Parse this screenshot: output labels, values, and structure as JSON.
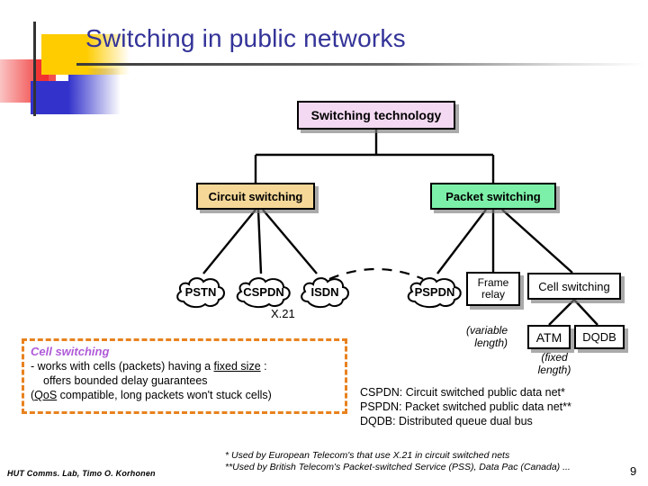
{
  "slide": {
    "title": "Switching in public networks",
    "page_number": "9",
    "author_line": "HUT Comms. Lab, Timo O. Korhonen",
    "title_color": "#333399",
    "accent_colors": {
      "logo_yellow": "#FFCC00",
      "logo_red": "#F03030",
      "logo_blue": "#3333CC",
      "callout_border": "#E8821E",
      "callout_heading": "#B05BD8",
      "root_box": "#F4D9F2",
      "circuit_box": "#F5D898",
      "packet_box": "#7CF0A8"
    }
  },
  "diagram": {
    "root": {
      "label": "Switching technology"
    },
    "branches": [
      {
        "label": "Circuit switching"
      },
      {
        "label": "Packet switching"
      }
    ],
    "circuit_children": [
      {
        "label": "PSTN",
        "shape": "cloud"
      },
      {
        "label": "CSPDN",
        "shape": "cloud"
      },
      {
        "label": "ISDN",
        "shape": "cloud"
      }
    ],
    "packet_children": [
      {
        "label": "PSPDN",
        "shape": "cloud"
      },
      {
        "label": "Frame relay",
        "shape": "box"
      },
      {
        "label": "Cell switching",
        "shape": "box"
      }
    ],
    "cell_children": [
      {
        "label": "ATM",
        "shape": "box"
      },
      {
        "label": "DQDB",
        "shape": "box"
      }
    ],
    "annotations": {
      "x21": "X.21",
      "variable_length_line1": "(variable",
      "variable_length_line2": "length)",
      "fixed_length_line1": "(fixed",
      "fixed_length_line2": "length)"
    }
  },
  "callout": {
    "heading": "Cell switching",
    "line1_pre": "- works with cells (packets) having a ",
    "line1_underline": "fixed size",
    "line1_post": " :",
    "line2": "offers bounded delay guarantees",
    "line3_pre": "(",
    "line3_underline": "QoS",
    "line3_post": " compatible, long packets won't stuck cells)"
  },
  "legend": {
    "lines": [
      "CSPDN: Circuit switched public data net*",
      "PSPDN: Packet switched public data net**",
      "DQDB: Distributed queue dual bus"
    ]
  },
  "footnotes": {
    "line1": "* Used by European Telecom's that use X.21 in circuit switched nets",
    "line2": "**Used by British Telecom's Packet-switched Service (PSS), Data Pac (Canada) ..."
  }
}
